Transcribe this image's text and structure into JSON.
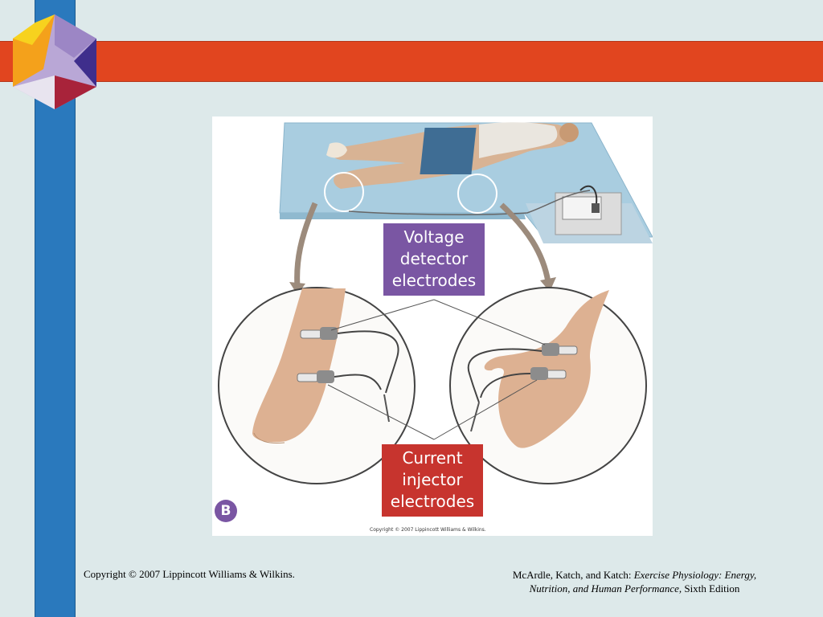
{
  "figure": {
    "voltage_label": [
      "Voltage",
      "detector",
      "electrodes"
    ],
    "current_label": [
      "Current",
      "injector",
      "electrodes"
    ],
    "panel_letter": "B",
    "copyright": "Copyright © 2007 Lippincott Williams & Wilkins."
  },
  "footer": {
    "copyright": "Copyright © 2007 Lippincott Williams & Wilkins.",
    "citation_authors": "McArdle, Katch, and Katch: ",
    "citation_title": "Exercise Physiology: Energy, Nutrition, and Human Performance,",
    "citation_edition": " Sixth Edition"
  },
  "colors": {
    "background": "#dde9ea",
    "red_bar": "#e1451f",
    "blue_bar": "#2a79bd",
    "voltage_box": "#7a56a3",
    "current_box": "#c7342e"
  }
}
